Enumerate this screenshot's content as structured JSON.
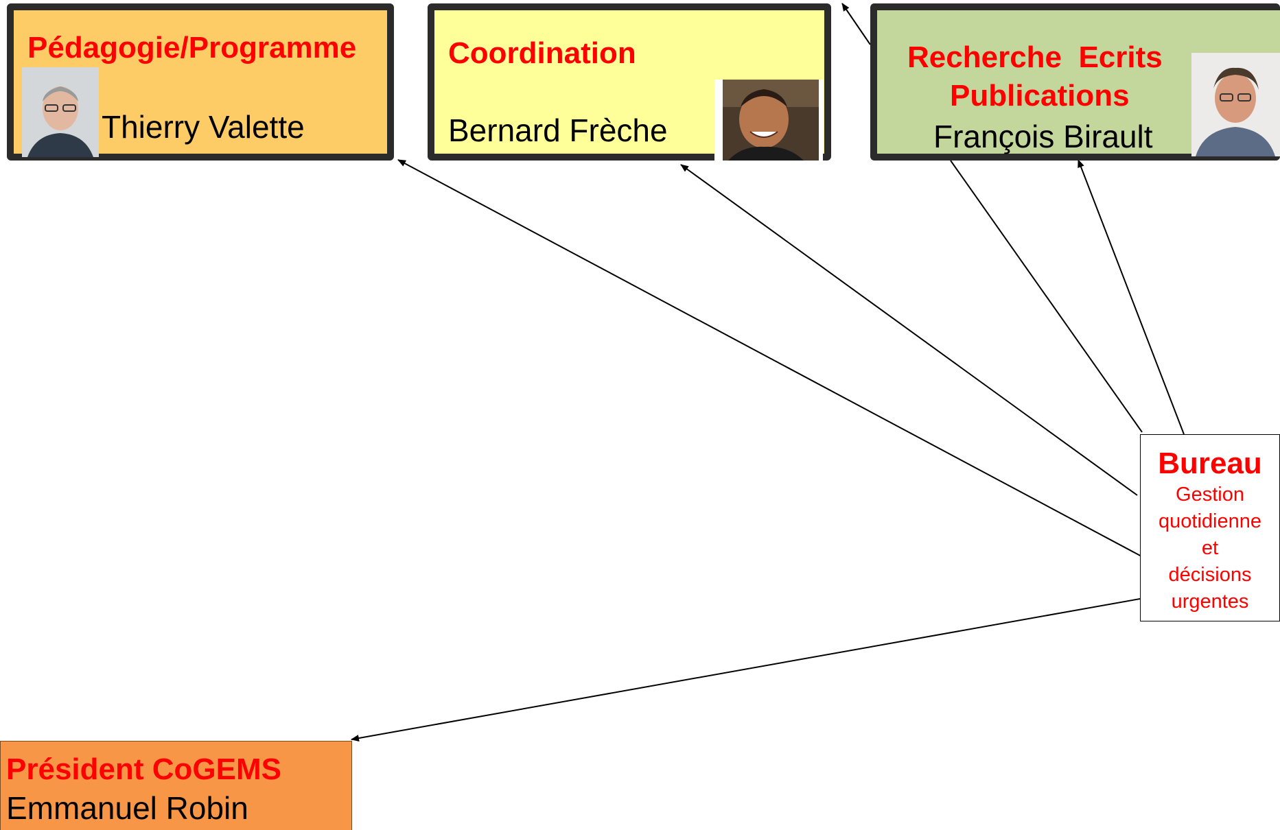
{
  "boxes": {
    "pedagogie": {
      "title": "Pédagogie/Programme",
      "name": "Thierry Valette",
      "color": "#fecc66"
    },
    "coordination": {
      "title": "Coordination",
      "name": "Bernard Frèche",
      "color": "#ffff99"
    },
    "recherche": {
      "title_line1": "Recherche  Ecrits",
      "title_line2": "Publications",
      "name": "François Birault",
      "color": "#c3d69b"
    },
    "president": {
      "title": "Président CoGEMS",
      "name": "Emmanuel Robin",
      "color": "#f79646"
    },
    "bureau": {
      "title": "Bureau",
      "lines": [
        "Gestion",
        "quotidienne",
        "et",
        "décisions",
        "urgentes"
      ]
    }
  },
  "photos": {
    "valette": "portrait-photo",
    "freche": "portrait-photo",
    "birault": "portrait-photo"
  },
  "colors": {
    "accent_red": "#ff0000",
    "border_dark": "#2b2b2b",
    "arrow": "#000000"
  }
}
